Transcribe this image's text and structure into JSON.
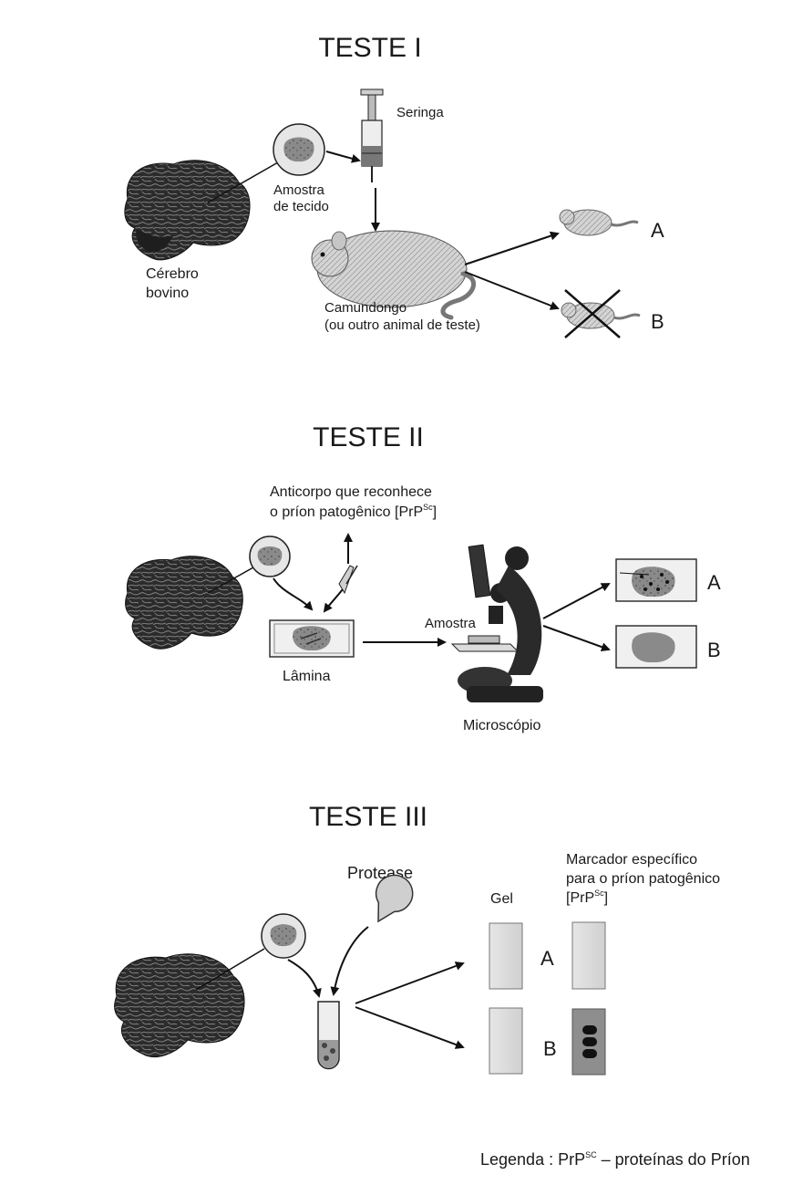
{
  "teste1": {
    "title": "TESTE I",
    "syringe_label": "Seringa",
    "sample_line1": "Amostra",
    "sample_line2": "de tecido",
    "brain_line1": "Cérebro",
    "brain_line2": "bovino",
    "mouse_line1": "Camundongo",
    "mouse_line2": "(ou outro animal de teste)",
    "result_a": "A",
    "result_b": "B"
  },
  "teste2": {
    "title": "TESTE II",
    "antibody_line1": "Anticorpo que reconhece",
    "antibody_line2": "o príon patogênico [PrP",
    "antibody_sup": "Sc",
    "antibody_close": "]",
    "slide_label": "Lâmina",
    "sample_label": "Amostra",
    "microscope_label": "Microscópio",
    "result_a": "A",
    "result_b": "B"
  },
  "teste3": {
    "title": "TESTE III",
    "protease_label": "Protease",
    "gel_label": "Gel",
    "marker_line1": "Marcador específico",
    "marker_line2": "para o príon patogênico",
    "marker_line3": "[PrP",
    "marker_sup": "Sc",
    "marker_close": "]",
    "result_a": "A",
    "result_b": "B"
  },
  "legend": {
    "prefix": "Legenda : PrP",
    "sup": "SC",
    "suffix": " – proteínas do Príon"
  }
}
